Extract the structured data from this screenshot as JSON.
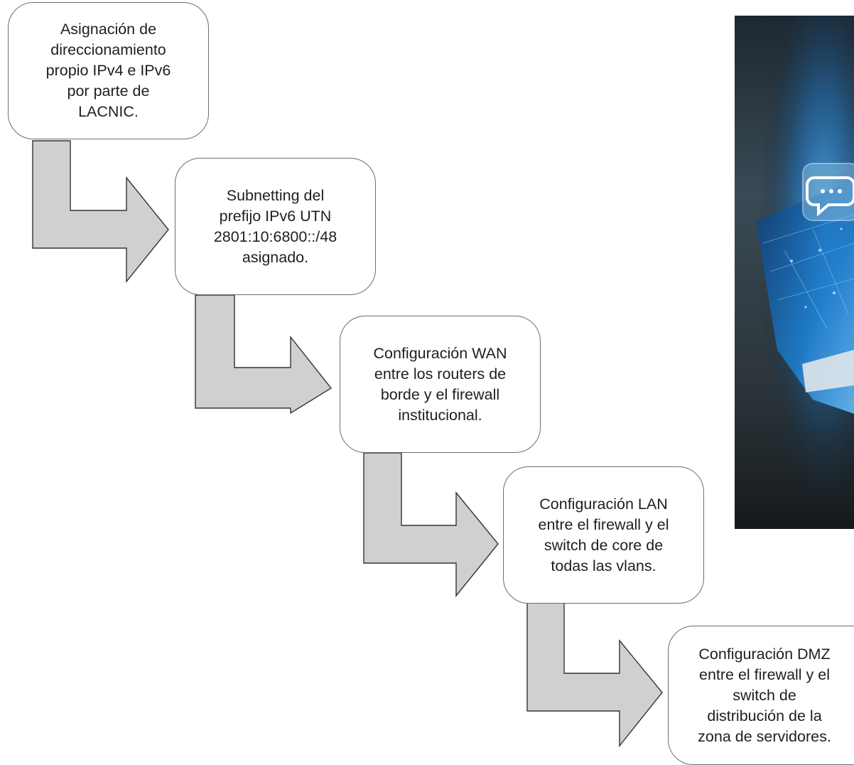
{
  "steps": [
    {
      "text": "Asignación de\ndireccionamiento\npropio IPv4 e IPv6\npor parte de\nLACNIC."
    },
    {
      "text": "Subnetting del\nprefijo IPv6 UTN\n2801:10:6800::/48\nasignado."
    },
    {
      "text": "Configuración WAN\nentre los routers de\nborde y el firewall\ninstitucional."
    },
    {
      "text": "Configuración LAN\nentre el firewall y el\nswitch de core de\ntodas las vlans."
    },
    {
      "text": "Configuración DMZ\nentre el firewall y el\nswitch de\ndistribución de la\nzona de servidores."
    }
  ],
  "colors": {
    "arrow_fill": "#d0d0d0",
    "arrow_stroke": "#333333",
    "box_border": "#6e6e6e"
  },
  "image": {
    "icon": "chat-bubble-icon"
  }
}
